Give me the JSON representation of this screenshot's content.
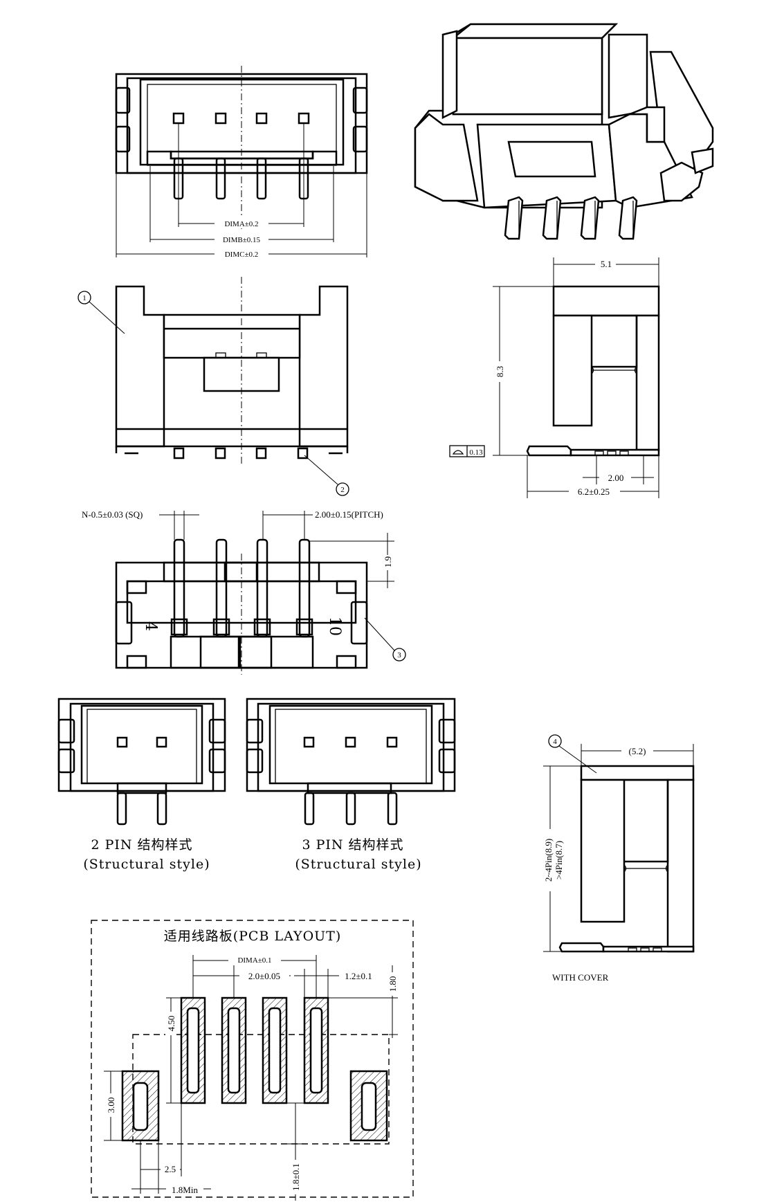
{
  "labels": {
    "dim_a": "DIMA±0.2",
    "dim_b": "DIMB±0.15",
    "dim_c": "DIMC±0.2",
    "side_width": "5.1",
    "side_height": "8.3",
    "side_pitch": "2.00",
    "side_depth": "6.2±0.25",
    "flatness": "0.13",
    "pin_size": "N-0.5±0.03 (SQ)",
    "pitch": "2.00±0.15(PITCH)",
    "pin_protrude": "1.9",
    "marking_left": "4",
    "marking_right": "10",
    "two_pin_title": "2 PIN 结构样式",
    "two_pin_sub": "(Structural style)",
    "three_pin_title": "3 PIN 结构样式",
    "three_pin_sub": "(Structural style)",
    "cover_width": "(5.2)",
    "cover_height_a": "2~4Pin(8.9)",
    "cover_height_b": ">4Pin(8.7)",
    "with_cover": "WITH COVER",
    "pcb_title": "适用线路板(PCB LAYOUT)",
    "pcb_dima": "DIMA±0.1",
    "pcb_pitch": "2.0±0.05",
    "pcb_pad_w": "1.2±0.1",
    "pcb_top": "1.80",
    "pcb_pad_h": "4.50",
    "pcb_tab_h": "3.00",
    "pcb_tab_off": "2.5",
    "pcb_tab_min": "1.8Min",
    "pcb_bottom": "1.8±0.1"
  },
  "callouts": [
    "1",
    "2",
    "3",
    "4"
  ]
}
